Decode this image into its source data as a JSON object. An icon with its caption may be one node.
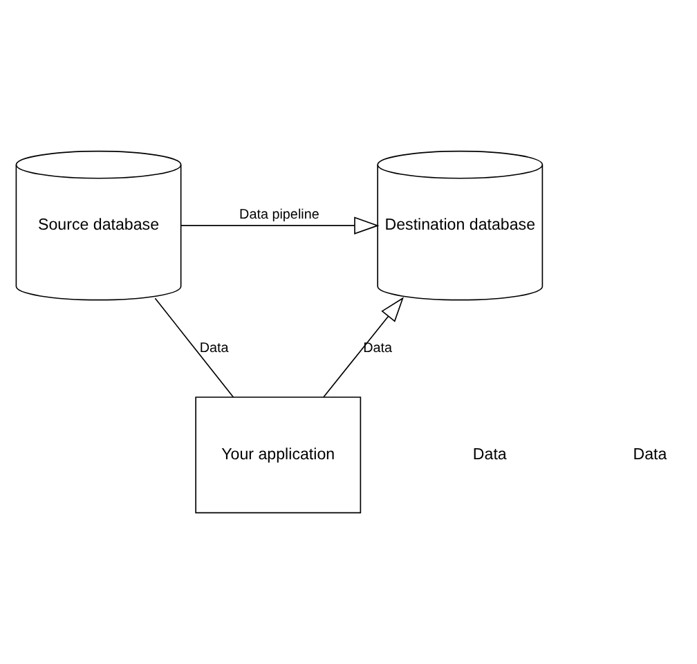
{
  "diagram": {
    "nodes": [
      {
        "text": [
          "Source database"
        ]
      },
      {
        "text": [
          "Destination database"
        ]
      },
      {
        "text": [
          "Your application"
        ]
      }
    ],
    "edges": [
      {
        "from": 0,
        "to": 1,
        "arrow": "to",
        "label": "Data pipeline"
      },
      {
        "from": 0,
        "to": 2,
        "arrow": "none",
        "label": "Data"
      },
      {
        "from": 2,
        "to": 1,
        "arrow": "to",
        "label": "Data"
      }
    ],
    "labels": [
      "Data",
      "Data"
    ]
  }
}
